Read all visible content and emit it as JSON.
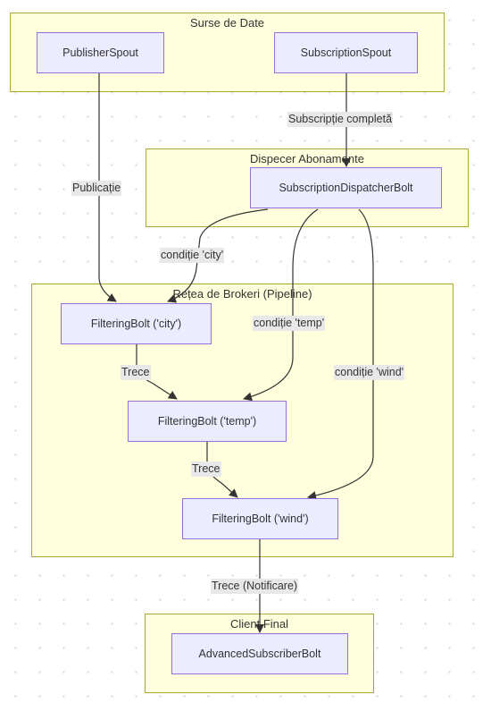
{
  "clusters": {
    "sources": "Surse de Date",
    "dispatcher": "Dispecer Abonamente",
    "brokers": "Rețea de Brokeri (Pipeline)",
    "client": "Client Final"
  },
  "nodes": {
    "publisher_spout": "PublisherSpout",
    "subscription_spout": "SubscriptionSpout",
    "dispatcher_bolt": "SubscriptionDispatcherBolt",
    "filter_city": "FilteringBolt ('city')",
    "filter_temp": "FilteringBolt ('temp')",
    "filter_wind": "FilteringBolt ('wind')",
    "subscriber_bolt": "AdvancedSubscriberBolt"
  },
  "edge_labels": {
    "publication": "Publicație",
    "full_subscription": "Subscripție completă",
    "cond_city": "condiție 'city'",
    "cond_temp": "condiție 'temp'",
    "cond_wind": "condiție 'wind'",
    "pass_city_temp": "Trece",
    "pass_temp_wind": "Trece",
    "pass_notify": "Trece (Notificare)"
  },
  "colors": {
    "cluster_fill": "#ffffde",
    "cluster_border": "#aaaa33",
    "node_fill": "#ececff",
    "node_border": "#9370db",
    "edge": "#333333",
    "edge_label_bg": "#e8e8e8"
  }
}
